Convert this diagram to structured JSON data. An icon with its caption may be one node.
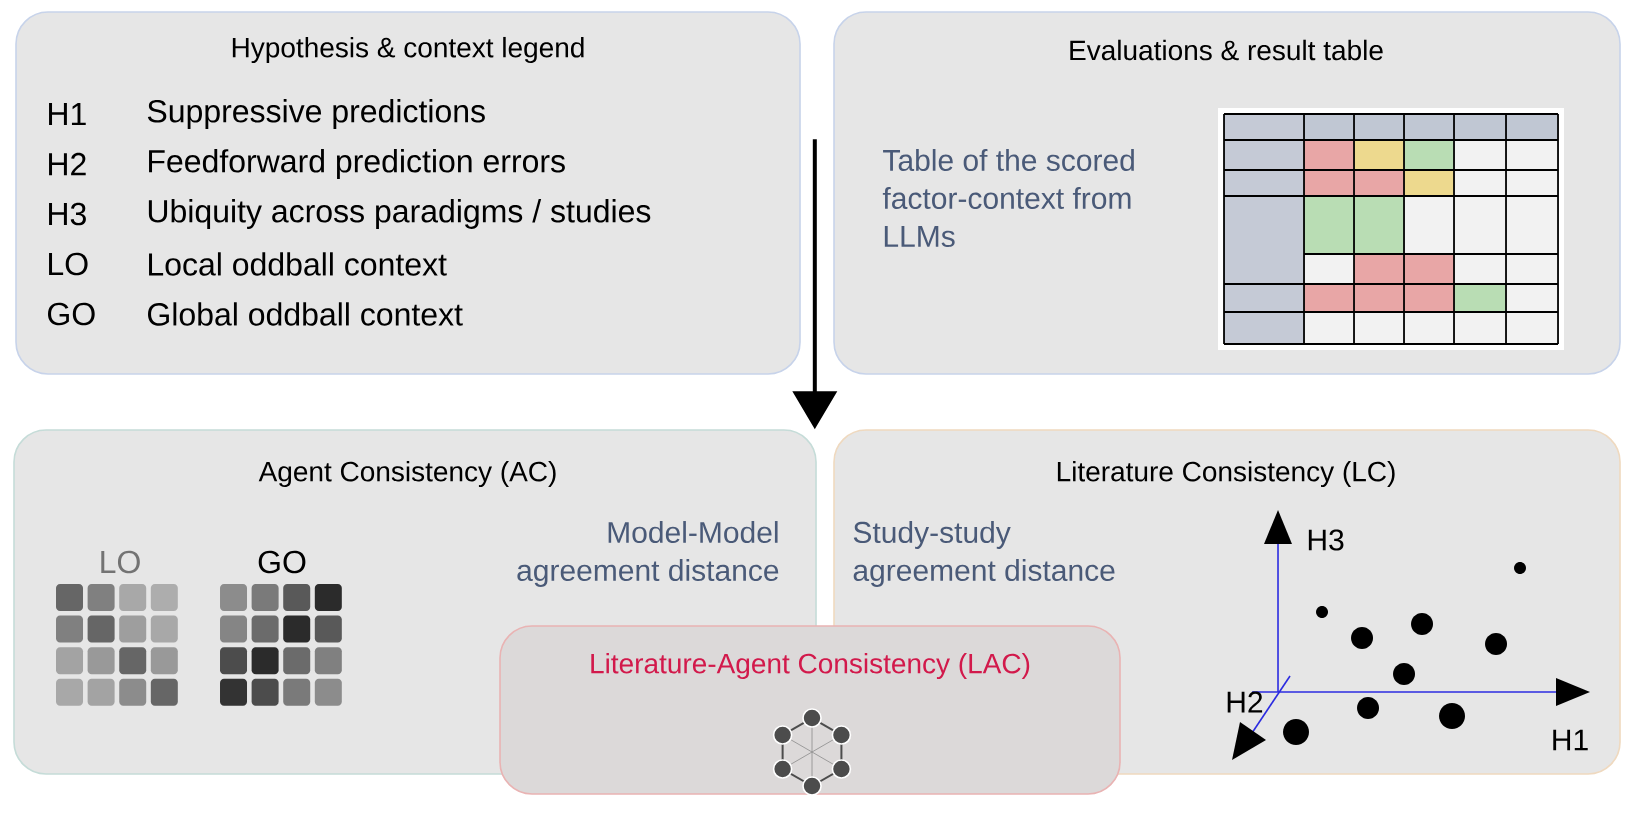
{
  "diagram": {
    "nodes": [
      {
        "text": [
          "Hypothesis & context legend",
          "H1",
          "Suppressive predictions",
          "H2",
          "Feedforward prediction errors",
          "H3",
          "Ubiquity across paradigms / studies",
          "LO",
          "Local oddball context",
          "GO",
          "Global oddball context"
        ]
      },
      {
        "text": [
          "Evaluations & result table",
          "Table of the scored factor-context from LLMs"
        ]
      },
      {
        "text": [
          "Agent Consistency (AC)",
          "LO",
          "GO",
          "Model-Model agreement distance"
        ]
      },
      {
        "text": [
          "Literature Consistency (LC)",
          "Study-study agreement distance",
          "H3",
          "H2",
          "H1"
        ]
      },
      {
        "text": [
          "Literature-Agent Consistency (LAC)"
        ]
      }
    ],
    "edges": [
      {
        "from": 0,
        "to": 2,
        "arrow": "to"
      }
    ]
  }
}
